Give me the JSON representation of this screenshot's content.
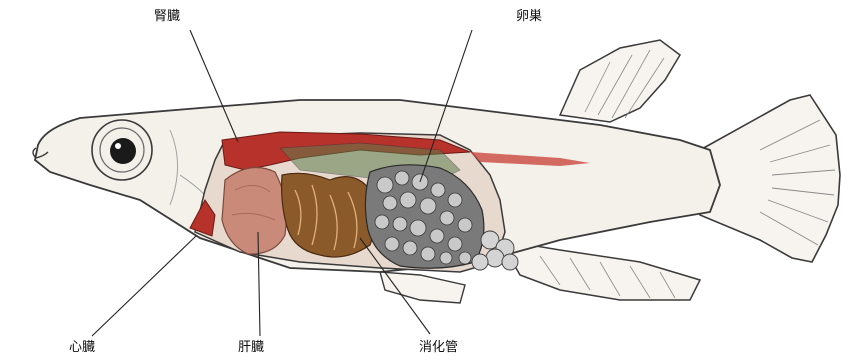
{
  "labels": {
    "kidney": "腎臓",
    "ovary": "卵巣",
    "heart": "心臓",
    "liver": "肝臓",
    "digestive_tract": "消化管"
  },
  "colors": {
    "background": "#ffffff",
    "outline": "#3a3a3a",
    "body_fill": "#f4f0ea",
    "kidney_red": "#b8322c",
    "liver_pink": "#c98a7a",
    "gut_brown": "#8a5a2a",
    "ovary_grey": "#9a9a9a",
    "leader_line": "#222222"
  }
}
